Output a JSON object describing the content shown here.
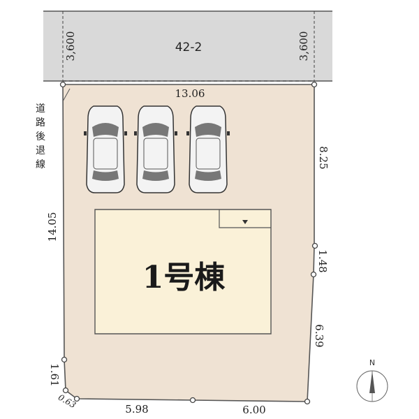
{
  "road": {
    "label": "42-2",
    "width_left": "3,600",
    "width_right": "3,600"
  },
  "setback_note": [
    "道",
    "路",
    "後",
    "退",
    "線"
  ],
  "building": {
    "label": "1号棟"
  },
  "dimensions": {
    "top": "13.06",
    "left": "14.05",
    "right_upper": "8.25",
    "right_mid": "1.48",
    "right_lower": "6.39",
    "bottom_left": "5.98",
    "bottom_right": "6.00",
    "left_lower": "1.61",
    "corner": "0.63"
  },
  "compass": {
    "label": "N"
  },
  "colors": {
    "road": "#d9d9d9",
    "lot": "#efe2d3",
    "building": "#faf1d8",
    "line": "#555555"
  }
}
